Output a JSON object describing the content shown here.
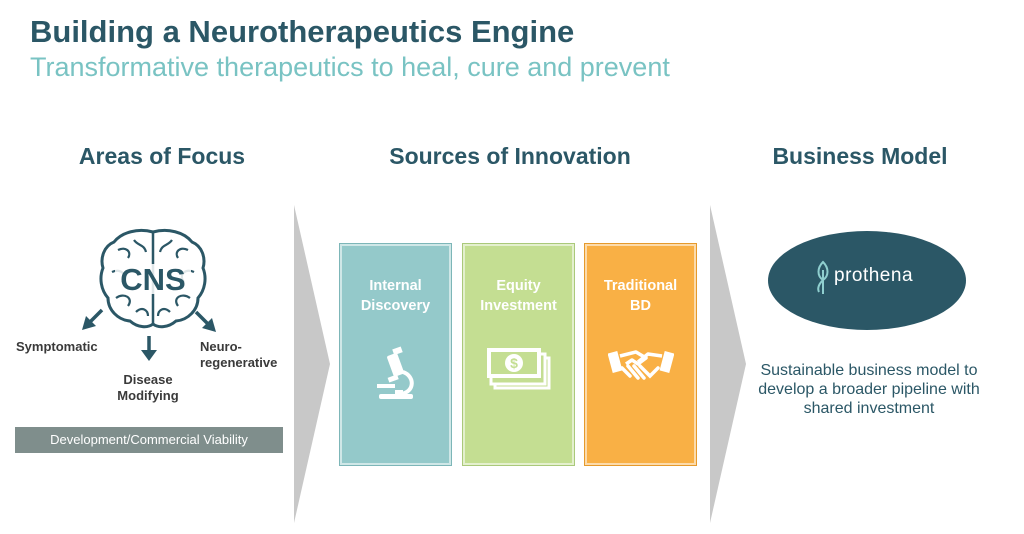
{
  "header": {
    "title": "Building a Neurotherapeutics Engine",
    "subtitle": "Transformative therapeutics to heal, cure and prevent"
  },
  "columns": {
    "focus": {
      "heading": "Areas of Focus",
      "brain_label": "CNS",
      "branches": {
        "symptomatic": "Symptomatic",
        "disease_line1": "Disease",
        "disease_line2": "Modifying",
        "neuro_line1": "Neuro-",
        "neuro_line2": "regenerative"
      },
      "viability": "Development/Commercial Viability"
    },
    "innovation": {
      "heading": "Sources of Innovation",
      "boxes": [
        {
          "line1": "Internal",
          "line2": "Discovery",
          "icon": "microscope-icon",
          "color": "#94c9ca"
        },
        {
          "line1": "Equity",
          "line2": "Investment",
          "icon": "money-icon",
          "color": "#c4de92"
        },
        {
          "line1": "Traditional",
          "line2": "BD",
          "icon": "handshake-icon",
          "color": "#f9b045"
        }
      ]
    },
    "business": {
      "heading": "Business Model",
      "logo_text": "prothena",
      "logo_color": "#2b5766",
      "description": "Sustainable business model to develop a broader pipeline with shared investment"
    }
  },
  "colors": {
    "title": "#2b5766",
    "subtitle": "#79c3c3",
    "chevron": "#c8c8c8"
  }
}
